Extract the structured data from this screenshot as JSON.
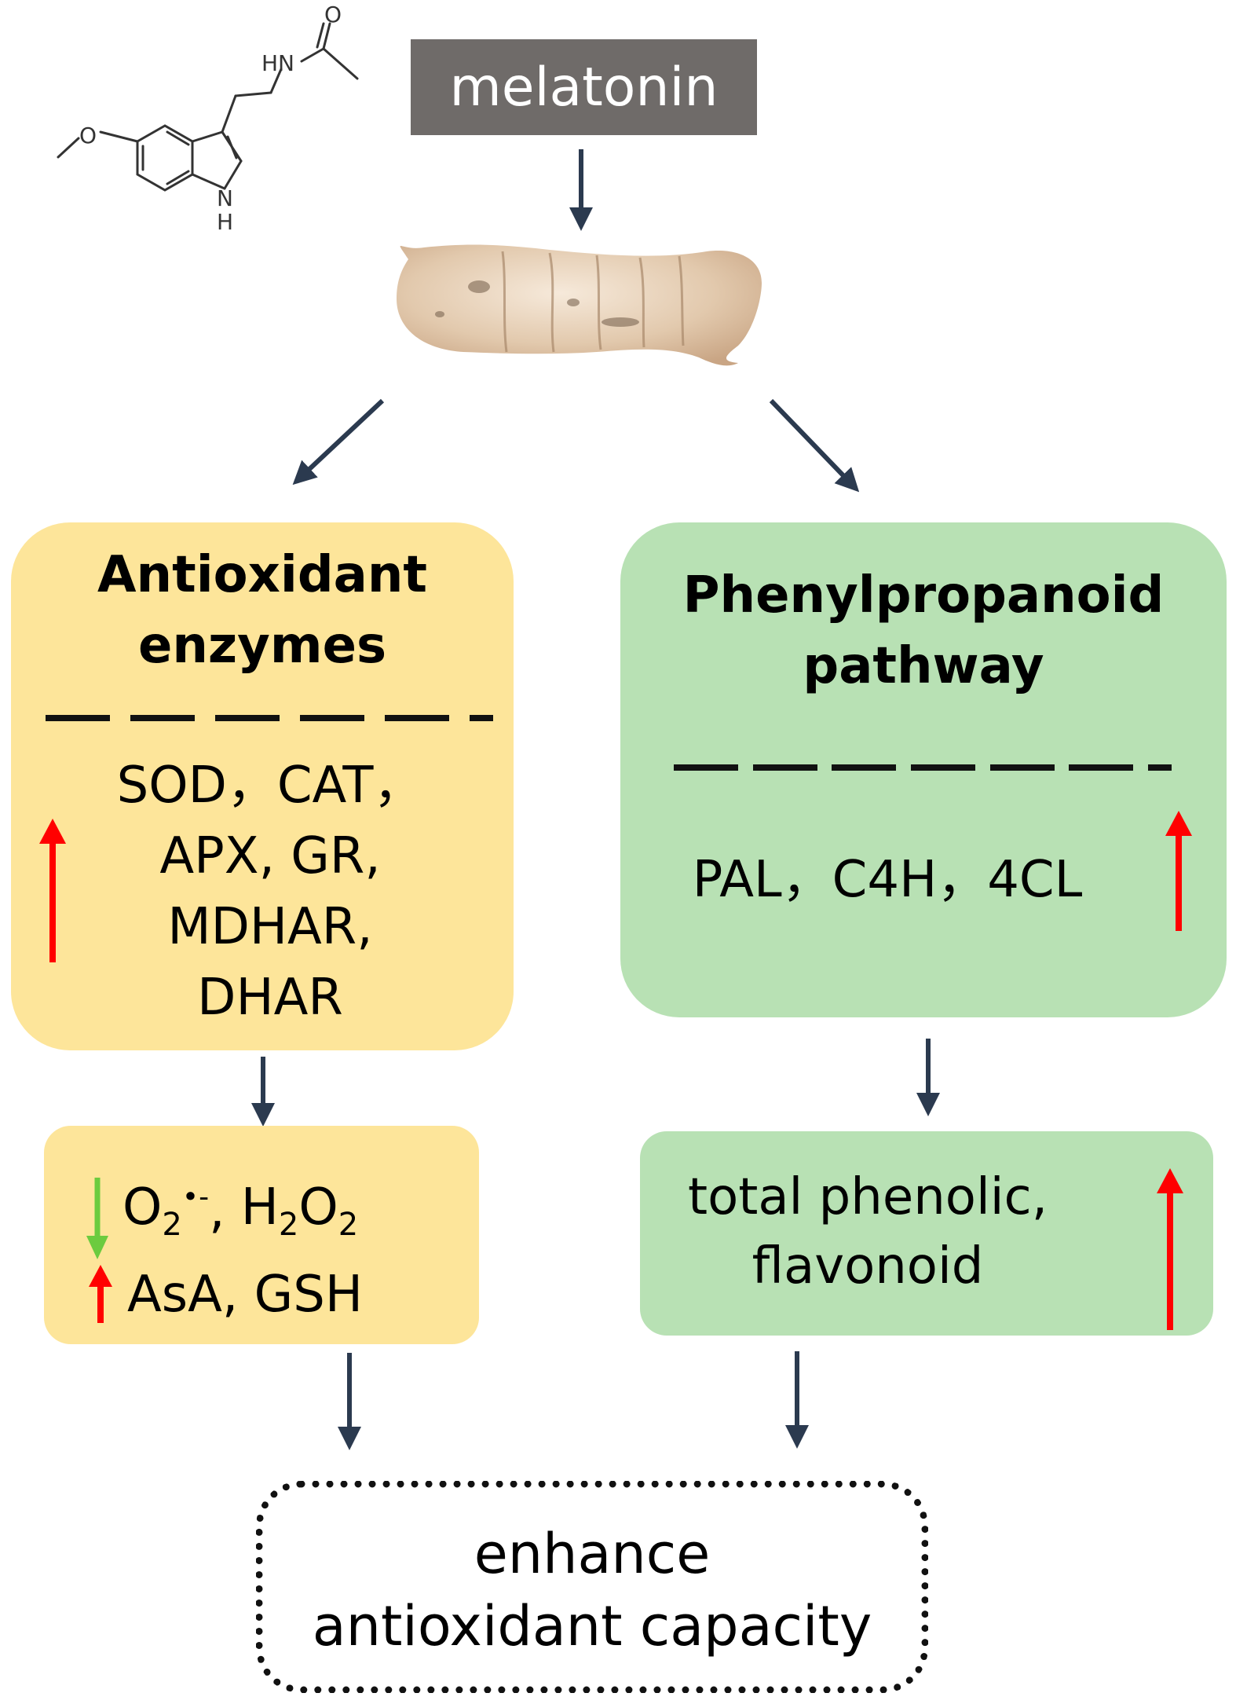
{
  "molecule": {
    "name": "melatonin structure",
    "labels": {
      "o_carbonyl": "O",
      "hn": "HN",
      "o_methoxy": "O",
      "nh": "N",
      "h": "H"
    }
  },
  "melatonin_label": "melatonin",
  "photo": {
    "subject": "tuber"
  },
  "left_panel": {
    "title_line1": "Antioxidant",
    "title_line2": "enzymes",
    "items": [
      "SOD，CAT，",
      "APX, GR,",
      "MDHAR,",
      "DHAR"
    ],
    "arrow_direction": "up",
    "arrow_color": "#ff0000"
  },
  "right_panel": {
    "title_line1": "Phenylpropanoid",
    "title_line2": "pathway",
    "items": [
      "PAL，C4H，4CL"
    ],
    "arrow_direction": "up",
    "arrow_color": "#ff0000"
  },
  "left_result": {
    "row1": {
      "direction": "down",
      "color": "#6ccb3f",
      "o2": "O",
      "o2_sub": "2",
      "o2_sup": "•-",
      "sep": ", ",
      "h2o2_h": "H",
      "h2o2_sub1": "2",
      "h2o2_o": "O",
      "h2o2_sub2": "2"
    },
    "row2": {
      "direction": "up",
      "color": "#ff0000",
      "text": "AsA, GSH"
    }
  },
  "right_result": {
    "line1": "total phenolic,",
    "line2": "flavonoid",
    "arrow_direction": "up",
    "arrow_color": "#ff0000"
  },
  "outcome": {
    "line1": "enhance",
    "line2": "antioxidant capacity"
  },
  "colors": {
    "flow_arrow": "#2b3a4f",
    "melatonin_box": "#6f6b69",
    "yellow_panel": "#fde59a",
    "green_panel": "#b8e1b4",
    "increase": "#ff0000",
    "decrease": "#6ccb3f"
  }
}
